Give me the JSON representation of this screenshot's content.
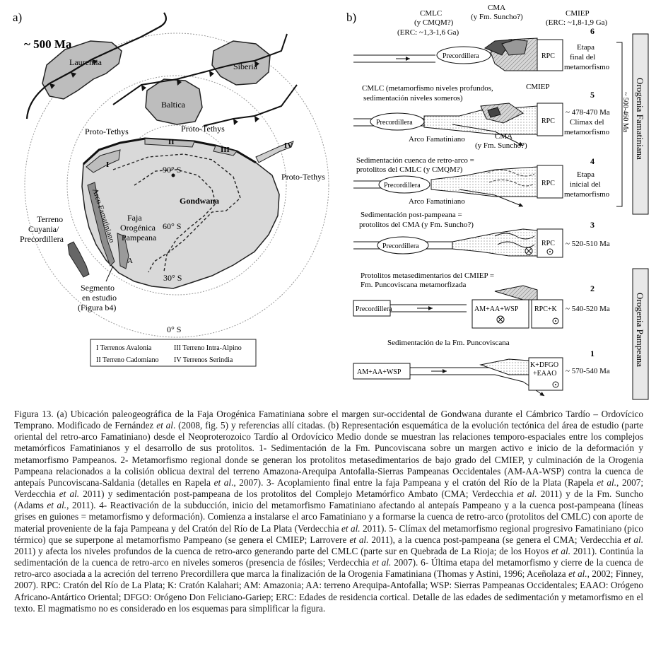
{
  "panel_a": {
    "label": "a)",
    "age": "~ 500 Ma",
    "continents": {
      "laurentia": "Laurentia",
      "siberia": "Siberia",
      "baltica": "Baltica",
      "gondwana": "Gondwana"
    },
    "oceans": [
      "Proto-Tethys",
      "Proto-Tethys",
      "Proto-Tethys"
    ],
    "latitudes": [
      "90° S",
      "60° S",
      "30° S",
      "0° S"
    ],
    "roman": [
      "I",
      "II",
      "III",
      "IV"
    ],
    "arco": "Arco Famatiniano",
    "faja": [
      "Faja",
      "Orogénica",
      "Pampeana"
    ],
    "a_letter": "A",
    "cuyania": [
      "Terreno",
      "Cuyania/",
      "Precordillera"
    ],
    "segmento": [
      "Segmento",
      "en estudio",
      "(Figura b4)"
    ],
    "legend": [
      "I Terrenos Avalonia",
      "III Terreno Intra-Alpino",
      "II Terreno Cadomiano",
      "IV Terrenos Serindia"
    ]
  },
  "panel_b": {
    "label": "b)",
    "header": {
      "cmlc": [
        "CMLC",
        "(y CMQM?)",
        "(ERC: ~1,3-1,6 Ga)"
      ],
      "cma": [
        "CMA",
        "(y Fm. Suncho?)"
      ],
      "cmiep": [
        "CMIEP",
        "(ERC: ~1,8-1,9 Ga)"
      ]
    },
    "stages": [
      {
        "num": "6",
        "right": [
          "Etapa",
          "final del",
          "metamorfismo"
        ],
        "left_box": "Precordillera",
        "right_box": "RPC"
      },
      {
        "num": "5",
        "right": [
          "~ 478-470 Ma",
          "Clímax del",
          "metamorfismo"
        ],
        "left_box": "Precordillera",
        "right_box": "RPC",
        "notes": [
          "CMLC (metamorfismo niveles profundos,",
          "sedimentación niveles someros)",
          "CMIEP",
          "Arco Famatiniano",
          "CMA",
          "(y Fm. Suncho?)"
        ]
      },
      {
        "num": "4",
        "right": [
          "Etapa",
          "inicial del",
          "metamorfismo"
        ],
        "left_box": "Precordillera",
        "right_box": "RPC",
        "notes": [
          "Sedimentación cuenca de retro-arco =",
          "protolitos del CMLC (y CMQM?)",
          "Arco Famatiniano"
        ]
      },
      {
        "num": "3",
        "right": [
          "~ 520-510 Ma"
        ],
        "left_box": "Precordillera",
        "right_box": "RPC",
        "notes": [
          "Sedimentación post-pampeana =",
          "protolitos del CMA (y Fm. Suncho?)"
        ]
      },
      {
        "num": "2",
        "right": [
          "~ 540-520 Ma"
        ],
        "left_box": "Precordillera",
        "mid_box": "AM+AA+WSP",
        "right_box": "RPC+K",
        "notes": [
          "Protolitos metasedimentarios del CMIEP =",
          "Fm. Puncoviscana metamorfizada"
        ]
      },
      {
        "num": "1",
        "right": [
          "~ 570-540 Ma"
        ],
        "left_box": "AM+AA+WSP",
        "right_box_lines": [
          "K+DFGO",
          "+EAAO"
        ],
        "notes": [
          "Sedimentación de la Fm. Puncoviscana"
        ]
      }
    ],
    "bracket_age": "~ 500-460 Ma",
    "side_labels": [
      "Orogenia Famatiniana",
      "Orogenia Pampeana"
    ]
  },
  "caption": {
    "parts": [
      {
        "t": "Figura 13. (a) Ubicación paleogeográfica de la Faja Orogénica Famatiniana sobre el margen sur-occidental de Gondwana durante el Cámbrico Tardío – Ordovícico Temprano. Modificado de Fernández ",
        "i": false
      },
      {
        "t": "et al",
        "i": true
      },
      {
        "t": ". (2008, fig. 5) y referencias allí citadas. (b) Representación esquemática de la evolución tectónica del área de estudio (parte oriental del retro-arco Famatiniano) desde el Neoproterozoico Tardío al Ordovícico Medio donde se muestran las relaciones temporo-espaciales entre los complejos metamórficos Famatinianos y el desarrollo de sus protolitos. 1- Sedimentación de la Fm. Puncoviscana sobre un margen activo e inicio de la deformación y metamorfismo Pampeanos. 2- Metamorfismo regional donde se generan los protolitos metasedimentarios de bajo grado del CMIEP, y culminación de la Orogenia Pampeana relacionados a la colisión oblicua dextral del terreno Amazona-Arequipa Antofalla-Sierras Pampeanas Occidentales (AM-AA-WSP) contra la cuenca de antepaís Puncoviscana-Saldania (detalles en Rapela ",
        "i": false
      },
      {
        "t": "et al",
        "i": true
      },
      {
        "t": "., 2007). 3- Acoplamiento final entre la faja Pampeana y el cratón del Río de la Plata (Rapela ",
        "i": false
      },
      {
        "t": "et al.",
        "i": true
      },
      {
        "t": ", 2007; Verdecchia ",
        "i": false
      },
      {
        "t": "et al.",
        "i": true
      },
      {
        "t": " 2011) y sedimentación post-pampeana de los protolitos del Complejo Metamórfico Ambato (CMA; Verdecchia ",
        "i": false
      },
      {
        "t": "et al.",
        "i": true
      },
      {
        "t": " 2011) y de la Fm. Suncho (Adams ",
        "i": false
      },
      {
        "t": "et al.",
        "i": true
      },
      {
        "t": ", 2011). 4- Reactivación de la subducción, inicio del metamorfismo Famatiniano afectando al antepaís Pampeano y a la cuenca post-pampeana (líneas grises en guiones = metamorfismo y deformación). Comienza a instalarse el arco Famatiniano y a formarse la cuenca de retro-arco (protolitos del CMLC) con aporte de material proveniente de la faja Pampeana y del Cratón del Río de La Plata (Verdecchia ",
        "i": false
      },
      {
        "t": "et al.",
        "i": true
      },
      {
        "t": " 2011). 5- Clímax del metamorfismo regional progresivo Famatiniano (pico térmico) que se superpone al metamorfismo Pampeano (se genera el CMIEP; Larrovere ",
        "i": false
      },
      {
        "t": "et al.",
        "i": true
      },
      {
        "t": " 2011), a la cuenca post-pampeana (se genera el CMA; Verdecchia ",
        "i": false
      },
      {
        "t": "et al.",
        "i": true
      },
      {
        "t": " 2011) y afecta los niveles profundos de la cuenca de retro-arco generando parte del CMLC (parte sur en Quebrada de La Rioja; de los Hoyos ",
        "i": false
      },
      {
        "t": "et al.",
        "i": true
      },
      {
        "t": " 2011). Continúa la sedimentación de la cuenca de retro-arco en niveles someros (presencia de fósiles; Verdecchia ",
        "i": false
      },
      {
        "t": "et al.",
        "i": true
      },
      {
        "t": " 2007). 6- Última etapa del metamorfismo y cierre de la cuenca de retro-arco asociada a la acreción del terreno Precordillera que marca la finalización de la Orogenia Famatiniana (Thomas y Astini, 1996; Aceñolaza ",
        "i": false
      },
      {
        "t": "et al.",
        "i": true
      },
      {
        "t": ", 2002; Finney, 2007). RPC: Cratón del Río de La Plata; K: Cratón Kalahari; AM: Amazonia; AA: terreno Arequipa-Antofalla; WSP: Sierras Pampeanas Occidentales; EAAO: Orógeno Africano-Antártico Oriental; DFGO: Orógeno Don Feliciano-Gariep; ERC: Edades de residencia cortical. Detalle de las edades de sedimentación y metamorfismo en el texto. El magmatismo no es considerado en los esquemas para simplificar la figura.",
        "i": false
      }
    ]
  }
}
